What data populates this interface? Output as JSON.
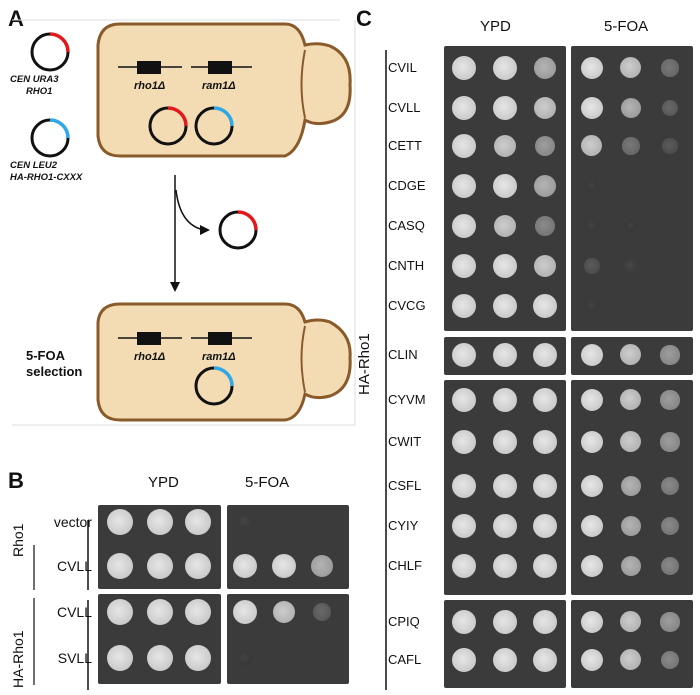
{
  "panels": {
    "a": {
      "letter": "A",
      "plasmid1": [
        "CEN URA3",
        "RHO1"
      ],
      "plasmid2": [
        "CEN LEU2",
        "HA-RHO1-CXXX"
      ],
      "genes": [
        "rho1Δ",
        "ram1Δ"
      ],
      "selection": [
        "5-FOA",
        "selection"
      ]
    },
    "b": {
      "letter": "B",
      "media": [
        "YPD",
        "5-FOA"
      ],
      "rows": [
        "vector",
        "CVLL",
        "CVLL",
        "SVLL"
      ],
      "groups": [
        "Rho1",
        "HA-Rho1"
      ],
      "growth": {
        "ypd": [
          [
            1,
            1,
            1
          ],
          [
            1,
            1,
            1
          ],
          [
            1,
            1,
            1
          ],
          [
            1,
            1,
            1
          ]
        ],
        "foa": [
          [
            0.08,
            0,
            0
          ],
          [
            1,
            1,
            0.8
          ],
          [
            1,
            0.9,
            0.4
          ],
          [
            0.05,
            0,
            0
          ]
        ]
      }
    },
    "c": {
      "letter": "C",
      "media": [
        "YPD",
        "5-FOA"
      ],
      "group": "HA-Rho1",
      "rows": [
        "CVIL",
        "CVLL",
        "CETT",
        "CDGE",
        "CASQ",
        "CNTH",
        "CVCG",
        "CLIN",
        "CYVM",
        "CWIT",
        "CSFL",
        "CYIY",
        "CHLF",
        "CPIQ",
        "CAFL"
      ],
      "growth": {
        "ypd": [
          [
            1,
            1,
            0.8
          ],
          [
            1,
            1,
            0.9
          ],
          [
            1,
            0.9,
            0.7
          ],
          [
            1,
            1,
            0.8
          ],
          [
            1,
            0.9,
            0.6
          ],
          [
            1,
            1,
            0.9
          ],
          [
            1,
            1,
            1
          ],
          [
            1,
            1,
            1
          ],
          [
            1,
            1,
            1
          ],
          [
            1,
            1,
            1
          ],
          [
            1,
            1,
            1
          ],
          [
            1,
            1,
            1
          ],
          [
            1,
            1,
            1
          ],
          [
            1,
            1,
            1
          ],
          [
            1,
            1,
            1
          ]
        ],
        "foa": [
          [
            1,
            0.9,
            0.5
          ],
          [
            1,
            0.8,
            0.4
          ],
          [
            0.9,
            0.5,
            0.3
          ],
          [
            0.04,
            0,
            0
          ],
          [
            0.06,
            0.03,
            0
          ],
          [
            0.3,
            0.1,
            0
          ],
          [
            0.06,
            0,
            0
          ],
          [
            1,
            0.9,
            0.7
          ],
          [
            1,
            0.9,
            0.7
          ],
          [
            1,
            0.9,
            0.7
          ],
          [
            1,
            0.8,
            0.6
          ],
          [
            1,
            0.8,
            0.6
          ],
          [
            1,
            0.8,
            0.6
          ],
          [
            1,
            0.9,
            0.7
          ],
          [
            1,
            0.9,
            0.6
          ]
        ]
      }
    }
  }
}
